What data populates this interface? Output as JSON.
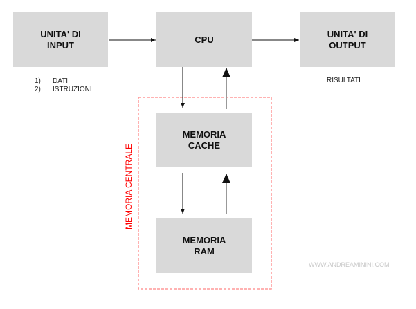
{
  "nodes": {
    "input": {
      "line1": "UNITA' DI",
      "line2": "INPUT"
    },
    "cpu": {
      "label": "CPU"
    },
    "output": {
      "line1": "UNITA' DI",
      "line2": "OUTPUT"
    },
    "cache": {
      "line1": "MEMORIA",
      "line2": "CACHE"
    },
    "ram": {
      "line1": "MEMORIA",
      "line2": "RAM"
    }
  },
  "input_list": [
    {
      "num": "1)",
      "text": "DATI"
    },
    {
      "num": "2)",
      "text": "ISTRUZIONI"
    }
  ],
  "output_note": "RISULTATI",
  "group_label": "MEMORIA CENTRALE",
  "watermark": "WWW.ANDREAMININI.COM",
  "colors": {
    "box": "#d9d9d9",
    "group": "#ff9999",
    "group_label": "#ff0000",
    "arrow_up": "#999999"
  }
}
